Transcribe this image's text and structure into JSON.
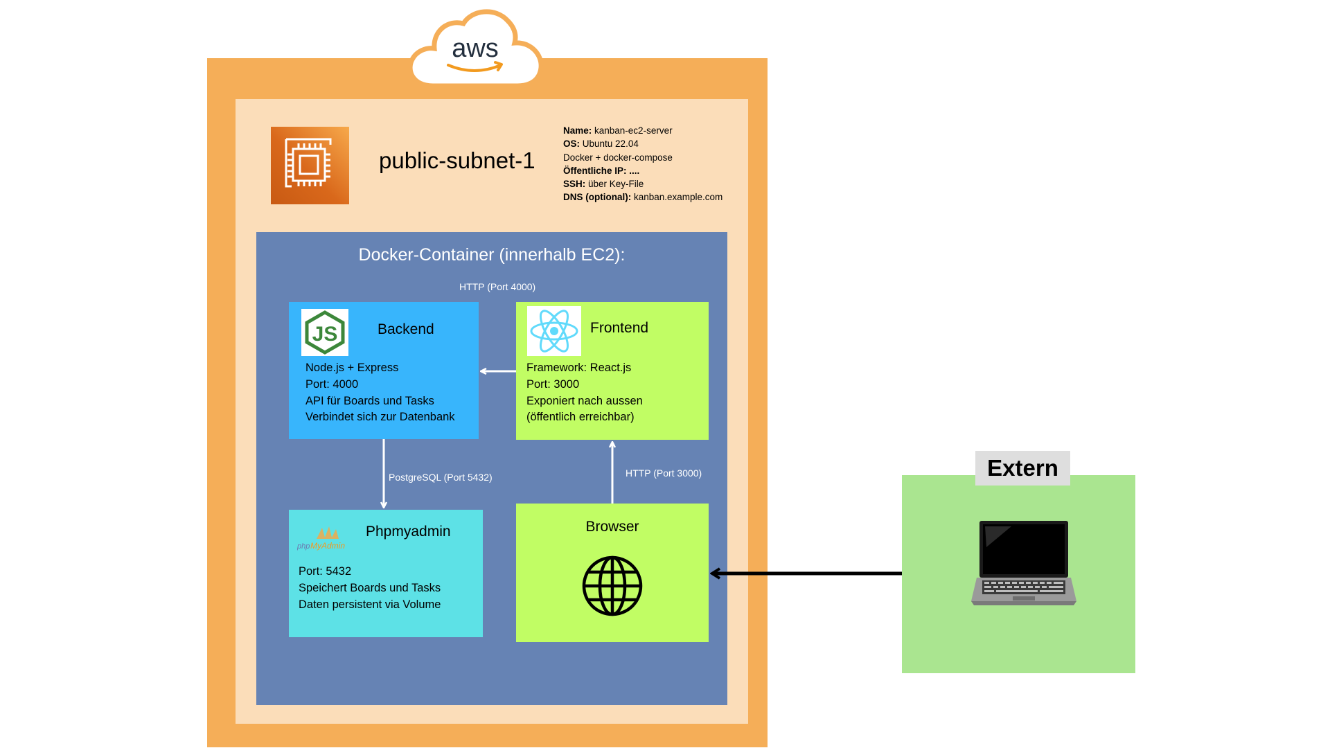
{
  "aws_logo": {
    "text": "aws"
  },
  "subnet": {
    "title": "public-subnet-1",
    "icon": "ec2-chip-icon"
  },
  "info": {
    "name_label": "Name:",
    "name_value": " kanban-ec2-server",
    "os_label": "OS:",
    "os_value": " Ubuntu 22.04",
    "docker_line": "Docker + docker-compose",
    "ip_label": "Öffentliche IP: ....",
    "ssh_label": "SSH:",
    "ssh_value": " über Key-File",
    "dns_label": "DNS (optional):",
    "dns_value": " kanban.example.com"
  },
  "docker": {
    "title": "Docker-Container (innerhalb EC2):"
  },
  "edges": {
    "frontend_to_backend": "HTTP (Port 4000)",
    "backend_to_db": "PostgreSQL (Port 5432)",
    "browser_to_frontend": "HTTP (Port 3000)"
  },
  "backend": {
    "title": "Backend",
    "icon": "nodejs-icon",
    "lines": [
      "Node.js + Express",
      "Port: 4000",
      "API für Boards und Tasks",
      "Verbindet sich zur Datenbank"
    ]
  },
  "frontend": {
    "title": "Frontend",
    "icon": "react-icon",
    "lines": [
      "Framework: React.js",
      "Port: 3000",
      "Exponiert nach aussen",
      "(öffentlich erreichbar)"
    ]
  },
  "phpmyadmin": {
    "title": "Phpmyadmin",
    "icon": "phpmyadmin-logo",
    "logo_text_php": "php",
    "logo_text_myadmin": "MyAdmin",
    "lines": [
      "Port: 5432",
      "Speichert Boards und Tasks",
      "Daten persistent via Volume"
    ]
  },
  "browser": {
    "title": "Browser",
    "icon": "globe-icon"
  },
  "extern": {
    "label": "Extern",
    "icon": "laptop-icon"
  },
  "colors": {
    "aws_orange": "#f5ae58",
    "subnet_bg": "#fbddb9",
    "docker_blue": "#6683b4",
    "backend_blue": "#38b5fc",
    "frontend_green": "#c1fd64",
    "db_cyan": "#5de1e6",
    "extern_green": "#aae590"
  }
}
